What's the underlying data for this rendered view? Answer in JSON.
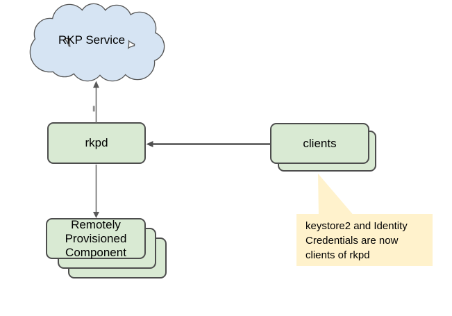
{
  "diagram": {
    "title": "RKP / rkpd client relationship diagram",
    "nodes": {
      "cloud": {
        "label": "RKP Service",
        "shape": "cloud",
        "fill": "#d6e4f3"
      },
      "rkpd": {
        "label": "rkpd",
        "shape": "rounded-rect",
        "fill": "#d9ead3"
      },
      "clients": {
        "label": "clients",
        "shape": "rounded-rect-stack",
        "stack_count": 2,
        "fill": "#d9ead3"
      },
      "rpc": {
        "label": "Remotely\nProvisioned\nComponent",
        "shape": "rounded-rect-stack",
        "stack_count": 3,
        "fill": "#d9ead3"
      }
    },
    "callout": {
      "text": "keystore2 and Identity\nCredentials are now\nclients of rkpd",
      "fill": "#fff2cc",
      "points_to": "clients"
    },
    "edges": [
      {
        "from": "rkpd",
        "to": "cloud",
        "direction": "up",
        "arrowhead": "at-cloud"
      },
      {
        "from": "clients",
        "to": "rkpd",
        "direction": "left",
        "arrowhead": "at-rkpd"
      },
      {
        "from": "rkpd",
        "to": "rpc",
        "direction": "down",
        "arrowhead": "at-rpc"
      }
    ],
    "colors": {
      "background": "#ffffff",
      "node_border": "#4d4d4d",
      "cloud_border": "#565656",
      "arrow": "#595959",
      "text": "#000000",
      "cloud_fill": "#d6e4f3",
      "node_fill": "#d9ead3",
      "callout_fill": "#fff2cc"
    }
  }
}
